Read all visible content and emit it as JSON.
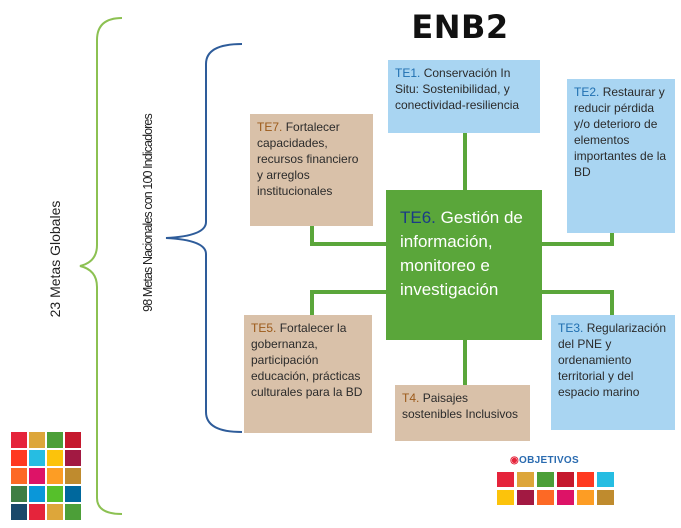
{
  "title": "ENB2",
  "left_labels": {
    "global_goals": "23 Metas Globales",
    "national_goals": "98 Metas Nacionales con 100 Indicadores"
  },
  "center": {
    "code": "TE6.",
    "text": "Gestión de información, monitoreo e investigación"
  },
  "boxes": {
    "te1": {
      "code": "TE1.",
      "text": "Conservación In Situ: Sostenibilidad, y conectividad-resiliencia"
    },
    "te2": {
      "code": "TE2.",
      "text": "Restaurar y reducir pérdida y/o deterioro de elementos importantes de la BD"
    },
    "te3": {
      "code": "TE3.",
      "text": "Regularización del PNE y ordenamiento territorial y del espacio marino"
    },
    "te4": {
      "code": "T4.",
      "text": "Paisajes sostenibles Inclusivos"
    },
    "te5": {
      "code": "TE5.",
      "text": "Fortalecer la gobernanza, participación educación, prácticas culturales para la BD"
    },
    "te7": {
      "code": "TE7.",
      "text": "Fortalecer capacidades, recursos financiero y arreglos institucionales"
    }
  },
  "sdg_logo_text": "OBJETIVOS",
  "colors": {
    "connector": "#5aa63a",
    "brace_outer": "#8cc152",
    "brace_inner": "#2e5c9a",
    "center_box": "#5aa63a",
    "tan_box": "#d9c1a9",
    "blue_box": "#a9d5f2",
    "sdg": [
      "#e5243b",
      "#dda63a",
      "#4c9f38",
      "#c5192d",
      "#ff3a21",
      "#26bde2",
      "#fcc30b",
      "#a21942",
      "#fd6925",
      "#dd1367",
      "#fd9d24",
      "#bf8b2e",
      "#3f7e44",
      "#0a97d9",
      "#56c02b",
      "#00689d",
      "#19486a"
    ]
  }
}
